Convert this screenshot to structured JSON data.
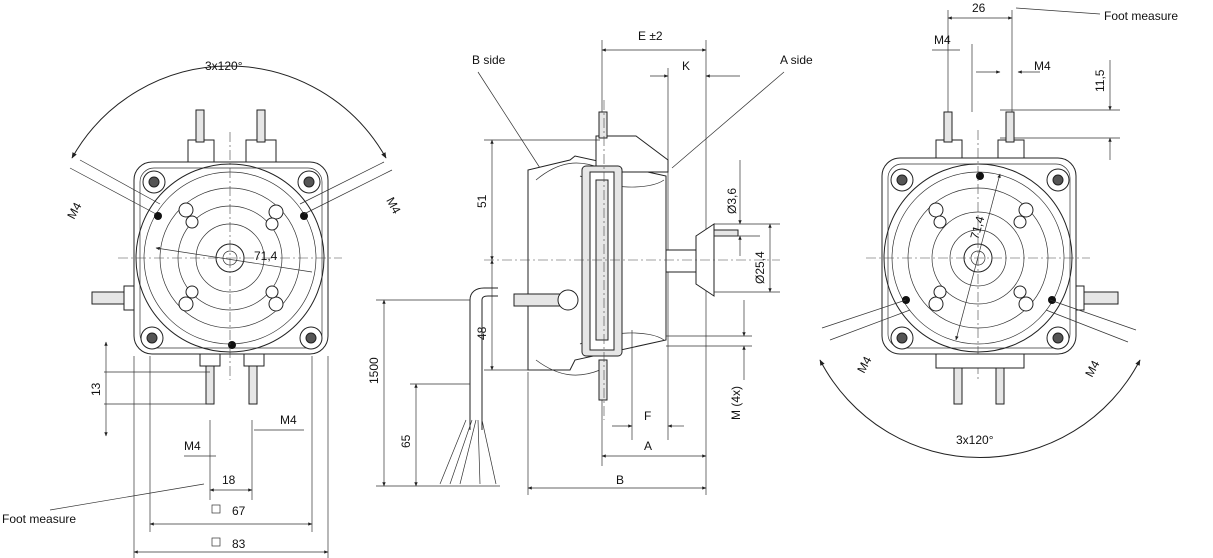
{
  "labels": {
    "angle": "3x120°",
    "m4": "M4",
    "dia_71_4": "71,4",
    "dim_13": "13",
    "dim_18": "18",
    "foot_measure": "Foot measure",
    "square_67": "67",
    "square_83": "83",
    "e_pm2": "E ±2",
    "k": "K",
    "b_side": "B side",
    "a_side": "A side",
    "dim_51": "51",
    "dim_48": "48",
    "dim_1500": "1500",
    "dim_65": "65",
    "dia_6": "Ø3,6",
    "dia_25": "Ø25,4",
    "m4x": "M (4x)",
    "f": "F",
    "a": "A",
    "b": "B",
    "dim_26": "26",
    "dim_11_5": "11,5"
  }
}
